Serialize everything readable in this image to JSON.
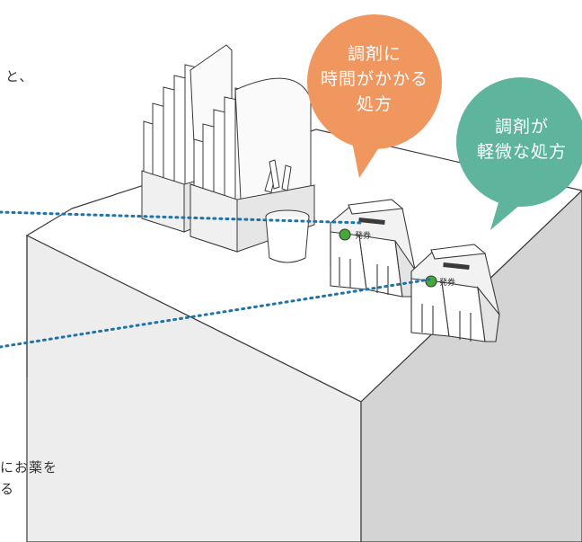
{
  "caption_top": "と、",
  "caption_bottom": [
    "にお薬を",
    "る"
  ],
  "bubble_slow": {
    "lines": [
      "調剤に",
      "時間がかかる",
      "処方"
    ],
    "color": "#f0965f"
  },
  "bubble_light": {
    "lines": [
      "調剤が",
      "軽微な処方"
    ],
    "color": "#5fb49e"
  },
  "machine_1": {
    "label": "発券",
    "light_color": "#44aa33"
  },
  "machine_2": {
    "label": "発券",
    "light_color": "#44aa33"
  },
  "dotted_line_color": "#1f73a8"
}
